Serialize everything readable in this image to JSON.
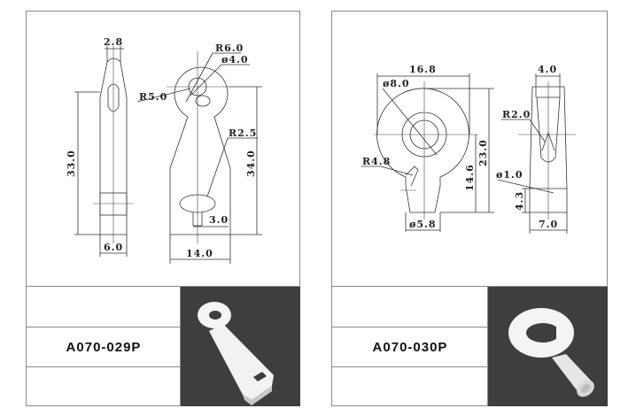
{
  "parts": [
    {
      "code": "A070-029P",
      "dimensions": {
        "top_width": "2.8",
        "height_side": "33.0",
        "bottom_width_side": "6.0",
        "outer_radius": "R6.0",
        "hole_diameter": "ø4.0",
        "radius_left": "R5.0",
        "slot_radius": "R2.5",
        "height_front": "34.0",
        "slot_offset": "3.0",
        "width_front": "14.0"
      }
    },
    {
      "code": "A070-030P",
      "dimensions": {
        "width_front": "16.8",
        "ring_diameter": "ø8.0",
        "hook_radius": "R4.8",
        "neck_height": "14.6",
        "total_height": "23.0",
        "tube_diameter": "ø5.8",
        "top_width_side": "4.0",
        "side_radius": "R2.0",
        "pin_diameter": "ø1.0",
        "base_height": "4.3",
        "base_width": "7.0"
      }
    }
  ],
  "colors": {
    "photo_bg": "#3e3e3e",
    "border": "#8a8a8a",
    "line": "#333333"
  }
}
